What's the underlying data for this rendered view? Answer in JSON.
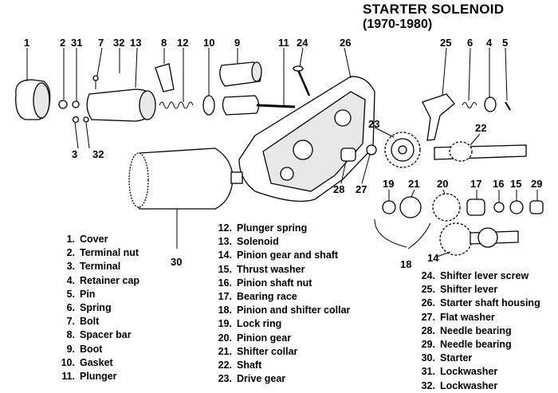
{
  "header": {
    "title": "STARTER SOLENOID",
    "subtitle": "(1970-1980)"
  },
  "callouts": [
    "1",
    "2",
    "31",
    "7",
    "32",
    "13",
    "8",
    "12",
    "10",
    "9",
    "11",
    "24",
    "26",
    "25",
    "6",
    "4",
    "5",
    "3",
    "32",
    "23",
    "22",
    "28",
    "27",
    "19",
    "21",
    "20",
    "17",
    "16",
    "15",
    "29",
    "18",
    "14",
    "30"
  ],
  "legend": [
    {
      "num": "1.",
      "label": "Cover"
    },
    {
      "num": "2.",
      "label": "Terminal nut"
    },
    {
      "num": "3.",
      "label": "Terminal"
    },
    {
      "num": "4.",
      "label": "Retainer cap"
    },
    {
      "num": "5.",
      "label": "Pin"
    },
    {
      "num": "6.",
      "label": "Spring"
    },
    {
      "num": "7.",
      "label": "Bolt"
    },
    {
      "num": "8.",
      "label": "Spacer bar"
    },
    {
      "num": "9.",
      "label": "Boot"
    },
    {
      "num": "10.",
      "label": "Gasket"
    },
    {
      "num": "11.",
      "label": "Plunger"
    },
    {
      "num": "12.",
      "label": "Plunger spring"
    },
    {
      "num": "13.",
      "label": "Solenoid"
    },
    {
      "num": "14.",
      "label": "Pinion gear and shaft"
    },
    {
      "num": "15.",
      "label": "Thrust washer"
    },
    {
      "num": "16.",
      "label": "Pinion shaft nut"
    },
    {
      "num": "17.",
      "label": "Bearing race"
    },
    {
      "num": "18.",
      "label": "Pinion and shifter collar"
    },
    {
      "num": "19.",
      "label": "Lock ring"
    },
    {
      "num": "20.",
      "label": "Pinion gear"
    },
    {
      "num": "21.",
      "label": "Shifter collar"
    },
    {
      "num": "22.",
      "label": "Shaft"
    },
    {
      "num": "23.",
      "label": "Drive gear"
    },
    {
      "num": "24.",
      "label": "Shifter lever screw"
    },
    {
      "num": "25.",
      "label": "Shifter lever"
    },
    {
      "num": "26.",
      "label": "Starter shaft housing"
    },
    {
      "num": "27.",
      "label": "Flat washer"
    },
    {
      "num": "28.",
      "label": "Needle bearing"
    },
    {
      "num": "29.",
      "label": "Needle bearing"
    },
    {
      "num": "30.",
      "label": "Starter"
    },
    {
      "num": "31.",
      "label": "Lockwasher"
    },
    {
      "num": "32.",
      "label": "Lockwasher"
    }
  ]
}
